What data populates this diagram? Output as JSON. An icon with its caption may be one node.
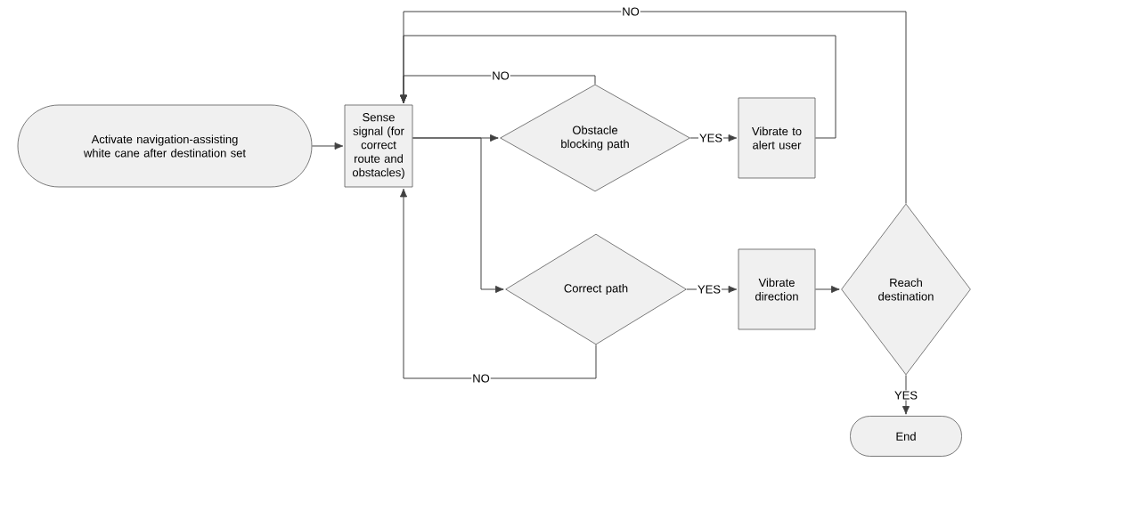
{
  "diagram": {
    "nodes": [
      {
        "text": [
          "Activate navigation-assisting white cane after destination set"
        ]
      },
      {
        "text": [
          "Sense signal (for correct route and obstacles)"
        ]
      },
      {
        "text": [
          "Obstacle blocking path"
        ]
      },
      {
        "text": [
          "Vibrate to alert user"
        ]
      },
      {
        "text": [
          "Correct path"
        ]
      },
      {
        "text": [
          "Vibrate direction"
        ]
      },
      {
        "text": [
          "Reach destination"
        ]
      },
      {
        "text": [
          "End"
        ]
      }
    ],
    "edges": [
      {
        "from": 0,
        "to": 1,
        "arrow": "to"
      },
      {
        "from": 1,
        "to": 2,
        "arrow": "to"
      },
      {
        "from": 1,
        "to": 4,
        "arrow": "to"
      },
      {
        "from": 2,
        "to": 3,
        "arrow": "to",
        "label": "YES"
      },
      {
        "from": 2,
        "to": 1,
        "arrow": "to",
        "label": "NO"
      },
      {
        "from": 3,
        "to": 1,
        "arrow": "to"
      },
      {
        "from": 6,
        "to": 1,
        "arrow": "to",
        "label": "NO"
      },
      {
        "from": 4,
        "to": 5,
        "arrow": "to",
        "label": "YES"
      },
      {
        "from": 4,
        "to": 1,
        "arrow": "to",
        "label": "NO"
      },
      {
        "from": 5,
        "to": 6,
        "arrow": "to"
      },
      {
        "from": 6,
        "to": 7,
        "arrow": "to",
        "label": "YES"
      }
    ]
  }
}
